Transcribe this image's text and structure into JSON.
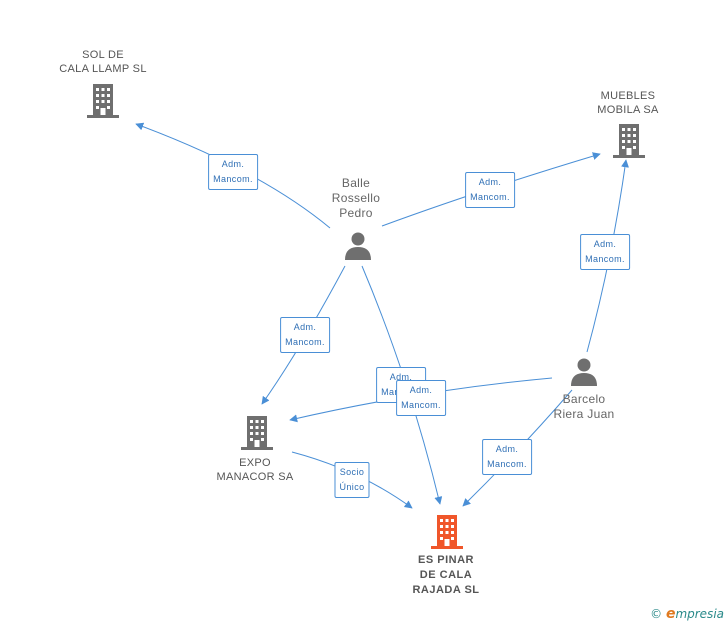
{
  "nodes": {
    "sol_de_cala": {
      "label_lines": [
        "SOL DE",
        "CALA LLAMP SL"
      ],
      "type": "company"
    },
    "muebles_mobila": {
      "label_lines": [
        "MUEBLES",
        "MOBILA SA"
      ],
      "type": "company"
    },
    "balle_rossello": {
      "label_lines": [
        "Balle",
        "Rossello",
        "Pedro"
      ],
      "type": "person"
    },
    "barcelo_riera": {
      "label_lines": [
        "Barcelo",
        "Riera Juan"
      ],
      "type": "person"
    },
    "expo_manacor": {
      "label_lines": [
        "EXPO",
        "MANACOR SA"
      ],
      "type": "company"
    },
    "es_pinar": {
      "label_lines": [
        "ES PINAR",
        "DE CALA",
        "RAJADA SL"
      ],
      "type": "company-focus"
    }
  },
  "edges": {
    "balle_to_sol": [
      "Adm.",
      "Mancom."
    ],
    "balle_to_muebles": [
      "Adm.",
      "Mancom."
    ],
    "barcelo_to_muebles": [
      "Adm.",
      "Mancom."
    ],
    "balle_to_expo": [
      "Adm.",
      "Mancom."
    ],
    "balle_to_pinar": [
      "Adm.",
      "Mancom."
    ],
    "barcelo_to_expo": [
      "Adm.",
      "Mancom."
    ],
    "barcelo_to_pinar": [
      "Adm.",
      "Mancom."
    ],
    "expo_to_pinar": [
      "Socio",
      "Único"
    ]
  },
  "colors": {
    "company_icon": "#6f6f6f",
    "focus_icon": "#f0562a",
    "person_icon": "#6f6f6f",
    "edge": "#4a8fd6"
  },
  "footer": {
    "copyright": "©",
    "brand_e": "e",
    "brand_rest": "mpresia"
  }
}
